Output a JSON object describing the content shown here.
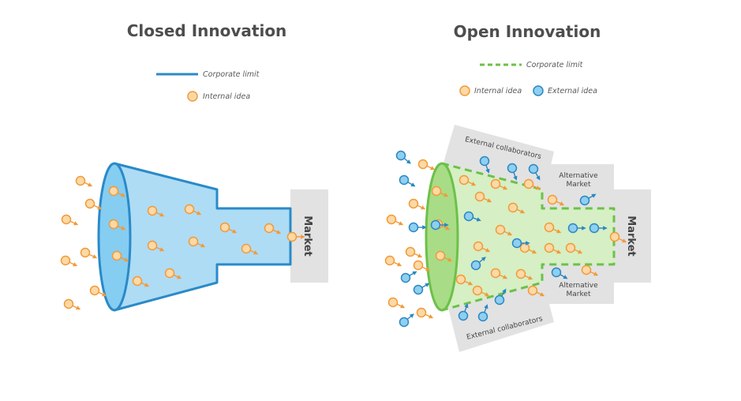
{
  "closed": {
    "title": "Closed Innovation",
    "legend_limit": "Corporate limit",
    "legend_internal": "Internal idea",
    "market": "Market"
  },
  "open": {
    "title": "Open Innovation",
    "legend_limit": "Corporate limit",
    "legend_internal": "Internal idea",
    "legend_external": "External idea",
    "collab_top": "External collaborators",
    "collab_bottom": "External collaborators",
    "alt_market_top": [
      "Alternative",
      "Market"
    ],
    "alt_market_bottom": [
      "Alternative",
      "Market"
    ],
    "market": "Market"
  },
  "colors": {
    "closed_stroke": "#2a8ac8",
    "closed_fill": "#aedcf5",
    "closed_ellipse": "#86cdf2",
    "open_stroke": "#6cc14a",
    "open_fill": "#d6efc4",
    "open_ellipse": "#a9dc86",
    "gray": "#e2e2e2",
    "internal_fill": "#fcd9a6",
    "internal_stroke": "#f29a38",
    "external_fill": "#8fcff0",
    "external_stroke": "#2a87c2"
  }
}
